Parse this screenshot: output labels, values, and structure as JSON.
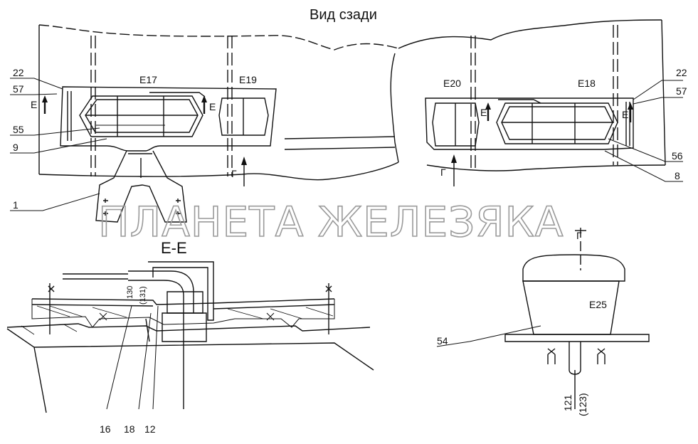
{
  "title": "Вид сзади",
  "section_title": "Е-Е",
  "watermark": "ПЛАНЕТА ЖЕЛЕЗЯКА",
  "labels": {
    "e17": "Е17",
    "e19": "Е19",
    "e20": "Е20",
    "e18": "Е18",
    "e25": "Е25",
    "g": "Г",
    "e": "Е",
    "n22": "22",
    "n57": "57",
    "n55": "55",
    "n9": "9",
    "n1": "1",
    "n56": "56",
    "n8": "8",
    "n54": "54",
    "n16": "16",
    "n18": "18",
    "n12": "12",
    "n130": "130",
    "n131": "(131)",
    "n121": "121",
    "n123": "(123)"
  }
}
